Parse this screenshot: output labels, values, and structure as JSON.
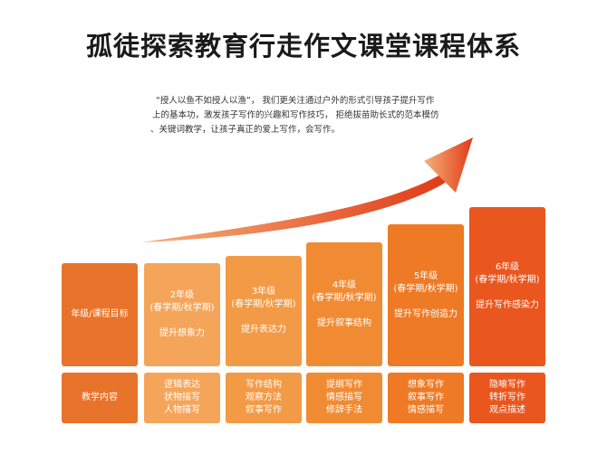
{
  "title": "孤徒探索教育行走作文课堂课程体系",
  "intro": {
    "line1": "“授人以鱼不如授人以渔”， 我们更关注通过户外的形式引导孩子提升写作",
    "line2": "上的基本功，激发孩子写作的兴趣和写作技巧， 拒绝拔苗助长式的范本模仿",
    "line3": "、关键词教学，让孩子真正的爱上写作，会写作。"
  },
  "header_col": {
    "top_label": "年级/课程目标",
    "bottom_label": "教学内容",
    "color": "#e8732a"
  },
  "grades": [
    {
      "grade": "2年级",
      "term": "(春学期/秋学期)",
      "goal": "提升想象力",
      "content": [
        "逻辑表达",
        "状物描写",
        "人物描写"
      ],
      "color": "#f5a559"
    },
    {
      "grade": "3年级",
      "term": "(春学期/秋学期)",
      "goal": "提升表达力",
      "content": [
        "写作结构",
        "观察方法",
        "叙事写作"
      ],
      "color": "#f39a46"
    },
    {
      "grade": "4年级",
      "term": "(春学期/秋学期)",
      "goal": "提升叙事结构",
      "content": [
        "提纲写作",
        "情感描写",
        "修辞手法"
      ],
      "color": "#f18b33"
    },
    {
      "grade": "5年级",
      "term": "(春学期/秋学期)",
      "goal": "提升写作创造力",
      "content": [
        "想象写作",
        "叙事写作",
        "情感描写"
      ],
      "color": "#ee7a25"
    },
    {
      "grade": "6年级",
      "term": "(春学期/秋学期)",
      "goal": "提升写作感染力",
      "content": [
        "隐喻写作",
        "转折写作",
        "观点描述"
      ],
      "color": "#e9561e"
    }
  ],
  "arrow": {
    "color_start": "#f6b07a",
    "color_end": "#e03a16"
  }
}
